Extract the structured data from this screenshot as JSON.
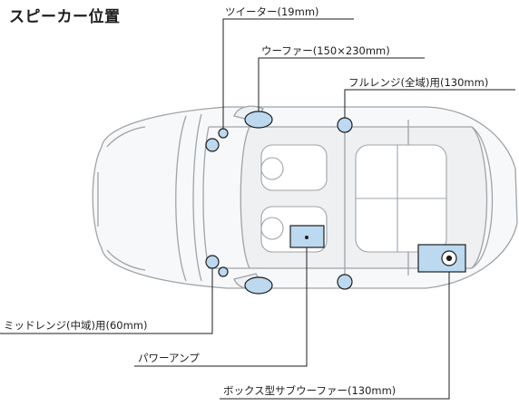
{
  "title": "スピーカー位置",
  "labels": {
    "tweeter": "ツイーター(19mm)",
    "woofer": "ウーファー(150×230mm)",
    "fullrange": "フルレンジ(全域)用(130mm)",
    "midrange": "ミッドレンジ(中域)用(60mm)",
    "power_amp": "パワーアンプ",
    "subwoofer": "ボックス型サブウーファー(130mm)"
  },
  "colors": {
    "speaker_fill": "#bcd9f0",
    "speaker_stroke": "#1e1e1e",
    "car_stroke": "#9fa4a8",
    "car_fill": "#f7f8f9",
    "leader": "#1e1e1e"
  }
}
